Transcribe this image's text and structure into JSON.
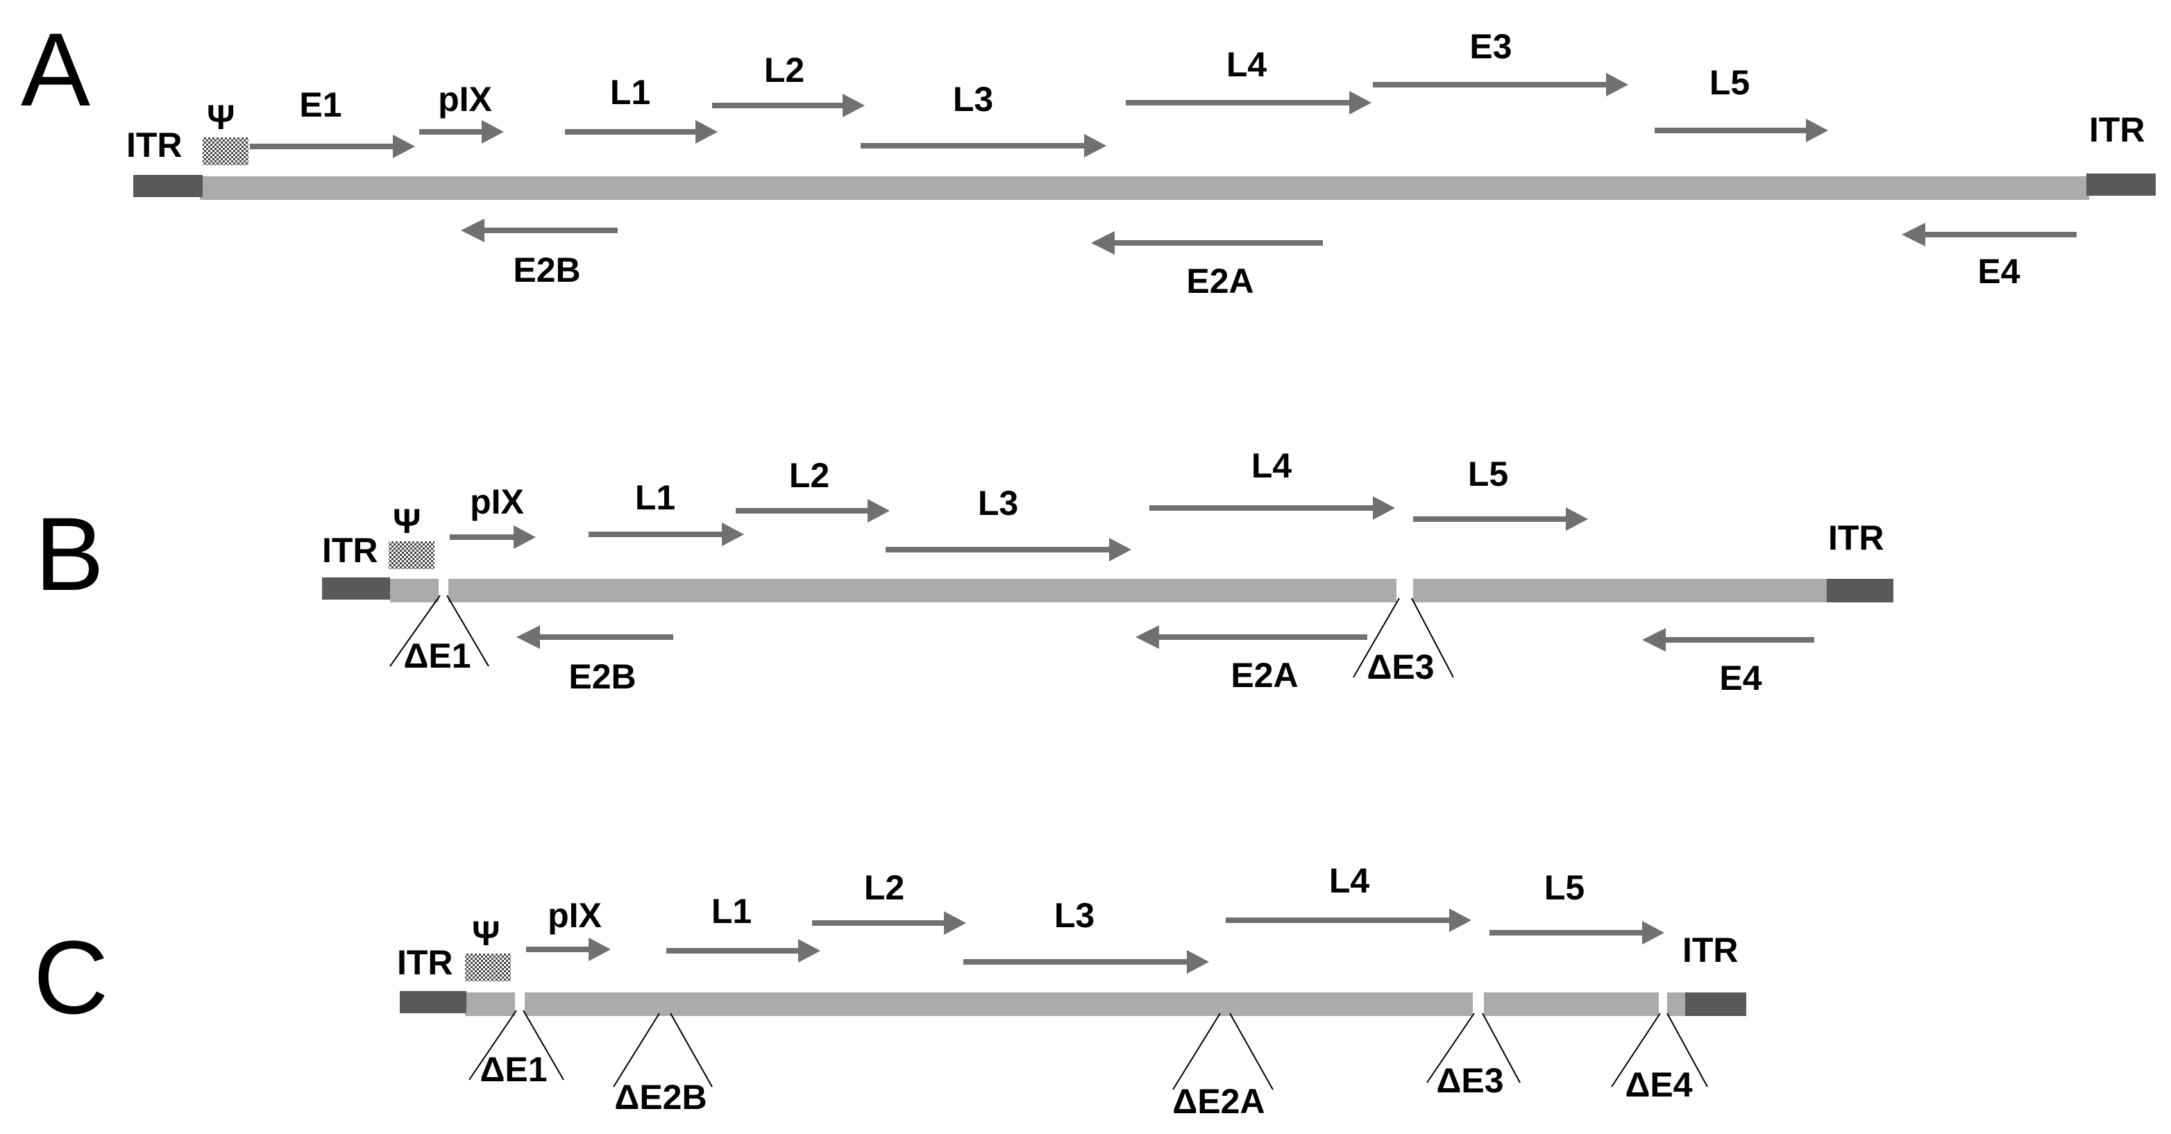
{
  "colors": {
    "genome": "#ababab",
    "itr": "#595959",
    "arrow": "#707070",
    "text": "#000000"
  },
  "icons": {
    "packaging_signal": "checker-box-icon",
    "deletion_marker": "wedge-lines-icon",
    "gene_arrow": "arrow-right-icon"
  },
  "panels": {
    "a": {
      "letter": "A",
      "itr_left": "ITR",
      "psi": "Ψ",
      "itr_right": "ITR",
      "top_genes": [
        "E1",
        "pIX",
        "L1",
        "L2",
        "L3",
        "L4",
        "E3",
        "L5"
      ],
      "bottom_genes": [
        "E2B",
        "E2A",
        "E4"
      ]
    },
    "b": {
      "letter": "B",
      "itr_left": "ITR",
      "psi": "Ψ",
      "itr_right": "ITR",
      "top_genes": [
        "pIX",
        "L1",
        "L2",
        "L3",
        "L4",
        "L5"
      ],
      "bottom_genes": [
        "E2B",
        "E2A",
        "E4"
      ],
      "deletions": [
        "ΔE1",
        "ΔE3"
      ]
    },
    "c": {
      "letter": "C",
      "itr_left": "ITR",
      "psi": "Ψ",
      "itr_right": "ITR",
      "top_genes": [
        "pIX",
        "L1",
        "L2",
        "L3",
        "L4",
        "L5"
      ],
      "deletions": [
        "ΔE1",
        "ΔE2B",
        "ΔE2A",
        "ΔE3",
        "ΔE4"
      ]
    }
  }
}
